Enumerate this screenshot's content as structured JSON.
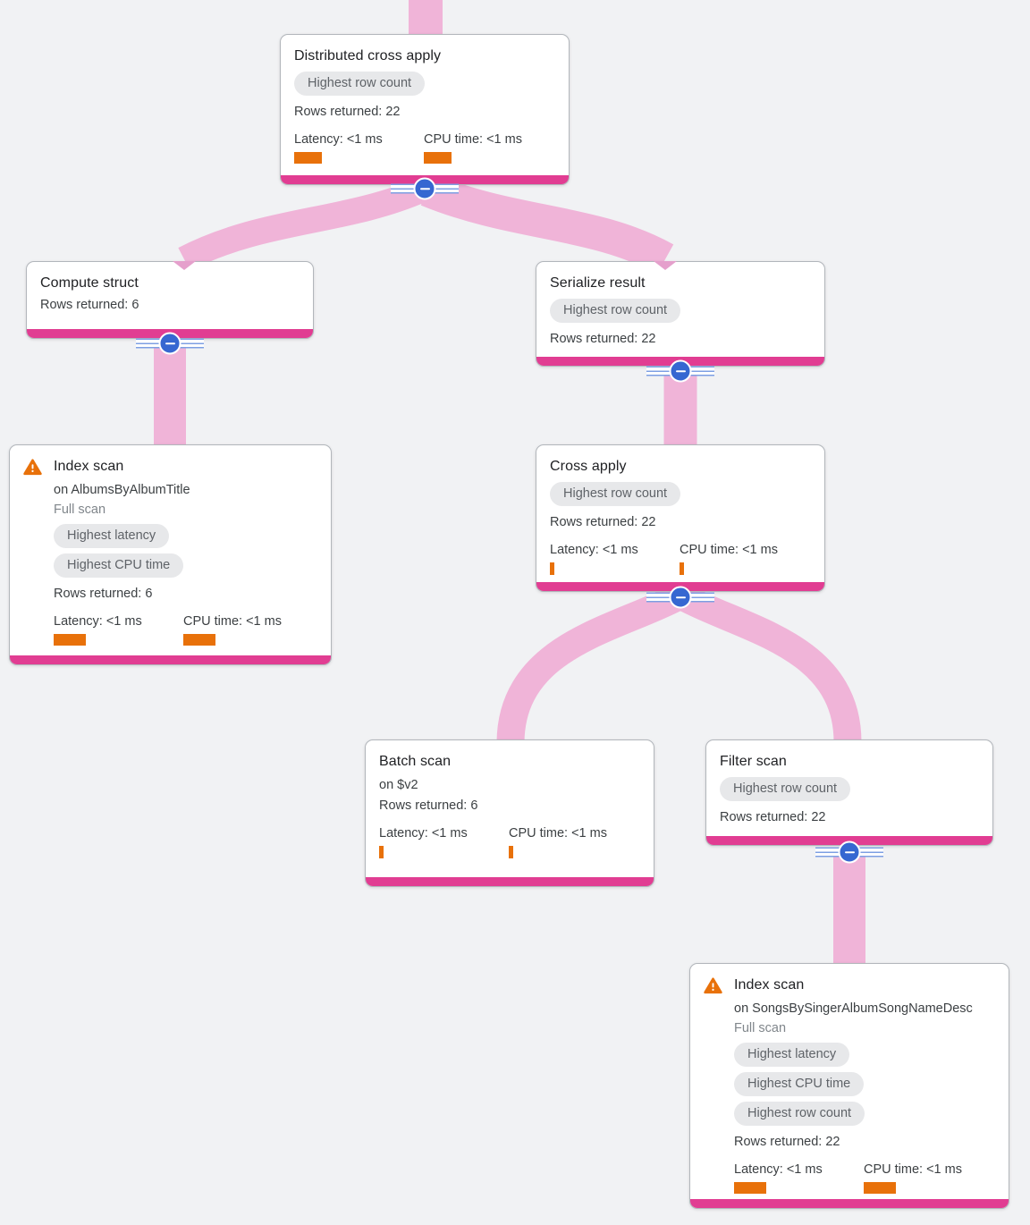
{
  "app": {
    "description": "Query execution plan graph"
  },
  "colors": {
    "background": "#F1F2F4",
    "node_accent_pink": "#E13D92",
    "link_pink": "#F0B4D8",
    "metric_bar_orange": "#E8710A",
    "collapse_blue": "#3667D1",
    "badge_gray": "#E7E8EA"
  },
  "nodes": [
    {
      "id": "distributed-cross-apply",
      "title": "Distributed cross apply",
      "badges": [
        "Highest row count"
      ],
      "rows_label": "Rows returned: 22",
      "latency_label": "Latency: <1 ms",
      "cpu_label": "CPU time: <1 ms"
    },
    {
      "id": "compute-struct",
      "title": "Compute struct",
      "rows_label": "Rows returned: 6"
    },
    {
      "id": "serialize-result",
      "title": "Serialize result",
      "badges": [
        "Highest row count"
      ],
      "rows_label": "Rows returned: 22"
    },
    {
      "id": "index-scan-albums",
      "title": "Index scan",
      "warning_icon": "warning-triangle",
      "subtitle": "on AlbumsByAlbumTitle",
      "scan_type": "Full scan",
      "badges": [
        "Highest latency",
        "Highest CPU time"
      ],
      "rows_label": "Rows returned: 6",
      "latency_label": "Latency: <1 ms",
      "cpu_label": "CPU time: <1 ms"
    },
    {
      "id": "cross-apply",
      "title": "Cross apply",
      "badges": [
        "Highest row count"
      ],
      "rows_label": "Rows returned: 22",
      "latency_label": "Latency: <1 ms",
      "cpu_label": "CPU time: <1 ms"
    },
    {
      "id": "batch-scan",
      "title": "Batch scan",
      "subtitle": "on $v2",
      "rows_label": "Rows returned: 6",
      "latency_label": "Latency: <1 ms",
      "cpu_label": "CPU time: <1 ms"
    },
    {
      "id": "filter-scan",
      "title": "Filter scan",
      "badges": [
        "Highest row count"
      ],
      "rows_label": "Rows returned: 22"
    },
    {
      "id": "index-scan-songs",
      "title": "Index scan",
      "warning_icon": "warning-triangle",
      "subtitle": "on SongsBySingerAlbumSongNameDesc",
      "scan_type": "Full scan",
      "badges": [
        "Highest latency",
        "Highest CPU time",
        "Highest row count"
      ],
      "rows_label": "Rows returned: 22",
      "latency_label": "Latency: <1 ms",
      "cpu_label": "CPU time: <1 ms"
    }
  ]
}
